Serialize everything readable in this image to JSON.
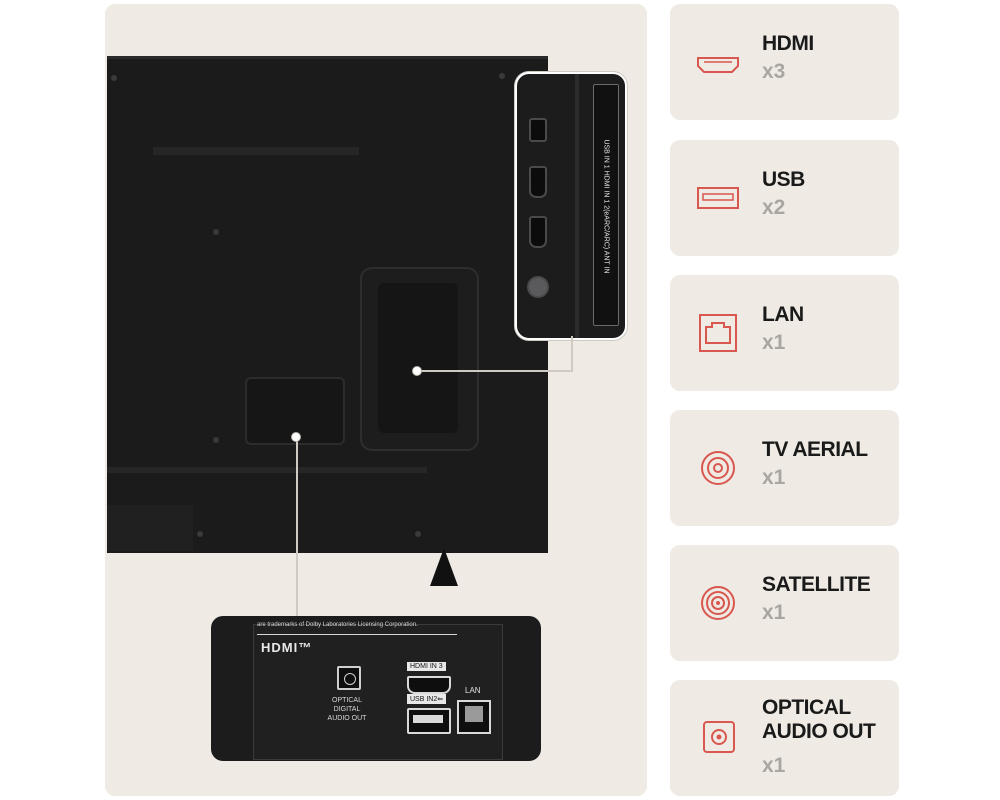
{
  "zoom_panel": {
    "notice": "are trademarks of Dolby Laboratories Licensing Corporation.",
    "hdmi_logo": "HDMI™",
    "optical_label_lines": [
      "OPTICAL",
      "DIGITAL",
      "AUDIO OUT"
    ],
    "hdmi_port_tag": "HDMI IN 3",
    "usb_port_tag": "USB IN2⇐",
    "lan_label": "LAN"
  },
  "side_panel": {
    "strip_text": "USB IN 1  HDMI IN 1  2(eARC/ARC)  ANT IN"
  },
  "features": [
    {
      "name": "HDMI",
      "count": "x3",
      "icon": "hdmi-icon"
    },
    {
      "name": "USB",
      "count": "x2",
      "icon": "usb-icon"
    },
    {
      "name": "LAN",
      "count": "x1",
      "icon": "lan-icon"
    },
    {
      "name": "TV AERIAL",
      "count": "x1",
      "icon": "aerial-icon"
    },
    {
      "name": "SATELLITE",
      "count": "x1",
      "icon": "satellite-icon"
    },
    {
      "name_lines": [
        "OPTICAL",
        "AUDIO OUT"
      ],
      "count": "x1",
      "icon": "optical-icon"
    }
  ],
  "colors": {
    "accent": "#d8574f",
    "panel": "#efebe4",
    "count_gray": "#a9a6a1"
  }
}
